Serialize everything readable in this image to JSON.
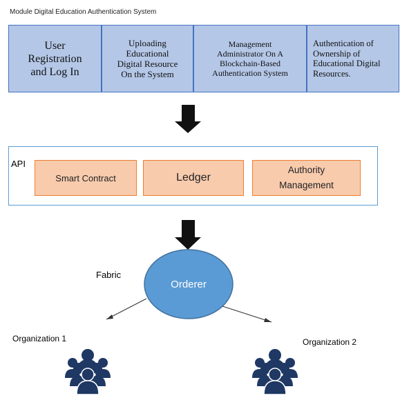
{
  "title": "Module Digital Education Authentication System",
  "modules": [
    {
      "lines": [
        "User",
        "Registration",
        "and Log In"
      ]
    },
    {
      "lines": [
        "Uploading",
        "Educational",
        "Digital Resource",
        "On the System"
      ]
    },
    {
      "lines": [
        "Management",
        "Administrator On A",
        "Blockchain-Based",
        "Authentication System"
      ]
    },
    {
      "lines": [
        "Authentication of",
        "Ownership of",
        "Educational Digital",
        "Resources."
      ]
    }
  ],
  "api": {
    "label": "API",
    "items": [
      {
        "lines": [
          "Smart Contract"
        ]
      },
      {
        "lines": [
          "Ledger"
        ]
      },
      {
        "lines": [
          "Authority",
          "Management"
        ]
      }
    ]
  },
  "fabric_label": "Fabric",
  "orderer_label": "Orderer",
  "organizations": [
    "Organization 1",
    "Organization 2"
  ],
  "colors": {
    "module_fill": "#b4c7e7",
    "module_border": "#4472c4",
    "api_border": "#5b9bd5",
    "api_item_fill": "#f8cbad",
    "orderer_fill": "#5b9bd5",
    "people_icon": "#1f3864"
  }
}
